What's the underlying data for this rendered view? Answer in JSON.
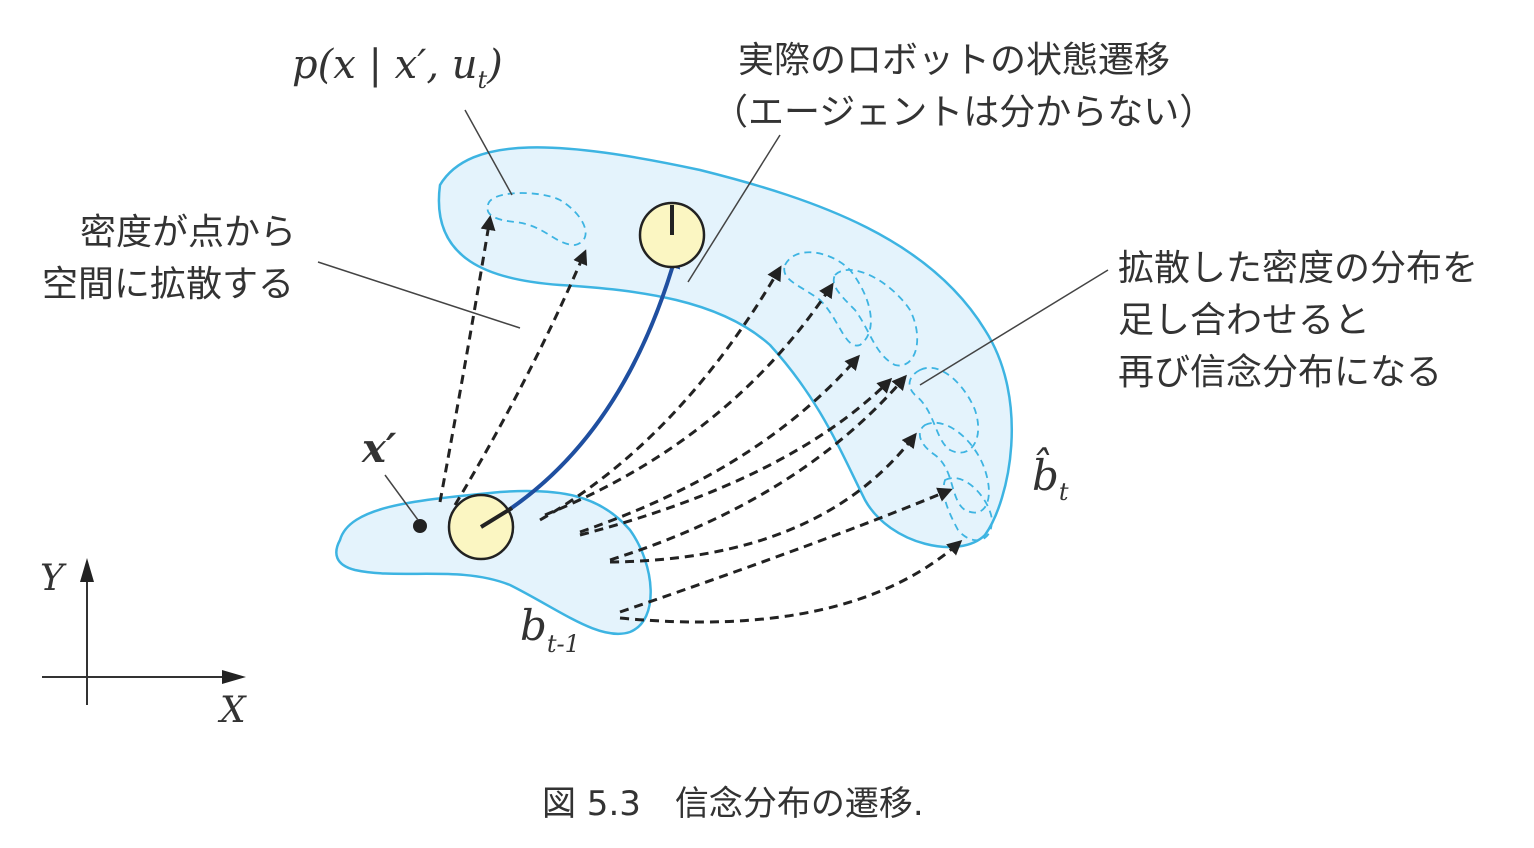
{
  "labels": {
    "transition_model": "p(x | x′, u",
    "transition_model_sub": "t",
    "transition_model_close": ")",
    "actual_transition_line1": "実際のロボットの状態遷移",
    "actual_transition_line2": "（エージェントは分からない）",
    "spread_line1": "密度が点から",
    "spread_line2": "空間に拡散する",
    "sum_line1": "拡散した密度の分布を",
    "sum_line2": "足し合わせると",
    "sum_line3": "再び信念分布になる",
    "x_prime": "x′",
    "prev_belief": "b",
    "prev_belief_sub": "t-1",
    "pred_belief": "b̂",
    "pred_belief_sub": "t",
    "axis_y": "Y",
    "axis_x": "X"
  },
  "caption": "図 5.3　信念分布の遷移.",
  "colors": {
    "belief_fill": "#e4f3fc",
    "belief_stroke": "#3db4e2",
    "robot_fill": "#fbf6c2",
    "actual_path": "#1f4fa0"
  }
}
